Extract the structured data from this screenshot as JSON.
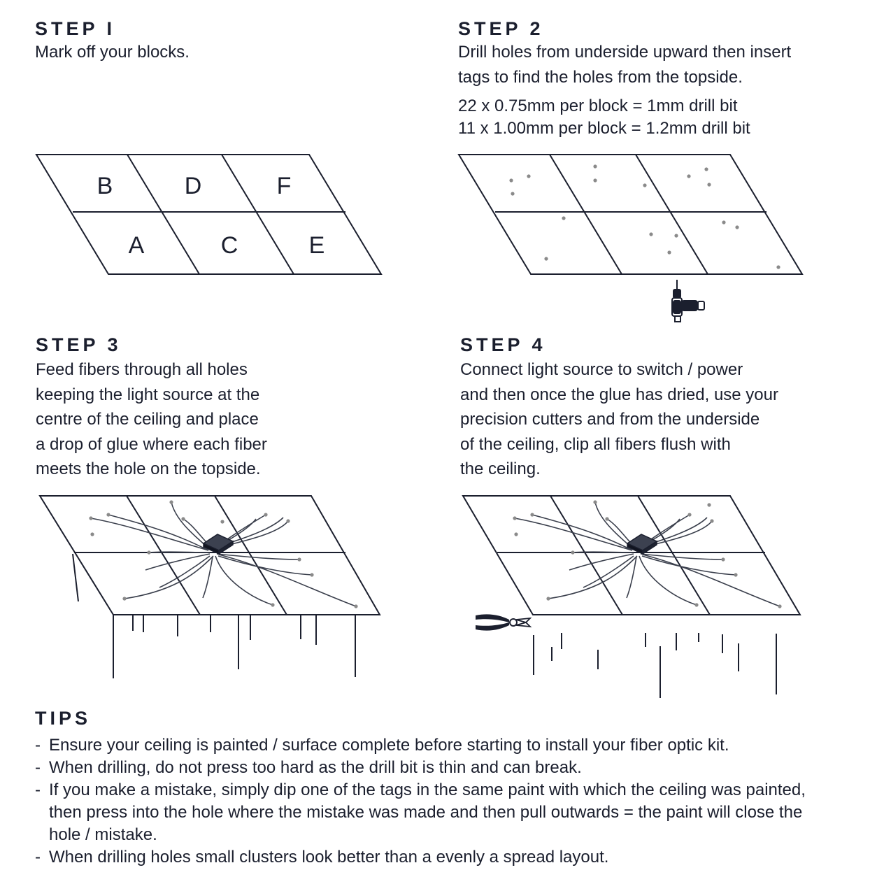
{
  "steps": [
    {
      "title": "STEP I",
      "lines": [
        "Mark off your blocks."
      ]
    },
    {
      "title": "STEP 2",
      "lines": [
        "Drill holes from underside upward then insert",
        "tags to find the holes from the topside."
      ],
      "specs": [
        "22 x 0.75mm per block = 1mm drill bit",
        "11 x 1.00mm per block = 1.2mm drill bit"
      ]
    },
    {
      "title": "STEP 3",
      "lines": [
        "Feed fibers through all holes",
        "keeping the light source at the",
        "centre of the ceiling and place",
        "a drop of glue where each fiber",
        "meets the hole on the topside."
      ]
    },
    {
      "title": "STEP 4",
      "lines": [
        "Connect light source to switch / power",
        "and then once the glue has dried, use your",
        "precision cutters and from the underside",
        "of the ceiling, clip all fibers flush with",
        "the ceiling."
      ]
    }
  ],
  "blocks": {
    "top_row": [
      "B",
      "D",
      "F"
    ],
    "bottom_row": [
      "A",
      "C",
      "E"
    ]
  },
  "tips": {
    "title": "TIPS",
    "items": [
      "Ensure your ceiling is painted / surface complete before starting to install your fiber optic kit.",
      "When drilling, do not press too hard as the drill bit is thin and can break.",
      "If you make a mistake, simply dip one of the tags in the same paint with which the ceiling was painted, then press into the hole where the mistake was made and then pull outwards = the paint will close the hole / mistake.",
      "When drilling holes small clusters look better than a evenly a spread layout."
    ]
  },
  "icons": [
    "drill-icon",
    "light-source-icon",
    "pliers-icon"
  ],
  "colors": {
    "ink": "#1b1f2e",
    "dot": "#8a8a8a",
    "fiber": "#3a3f4c"
  }
}
